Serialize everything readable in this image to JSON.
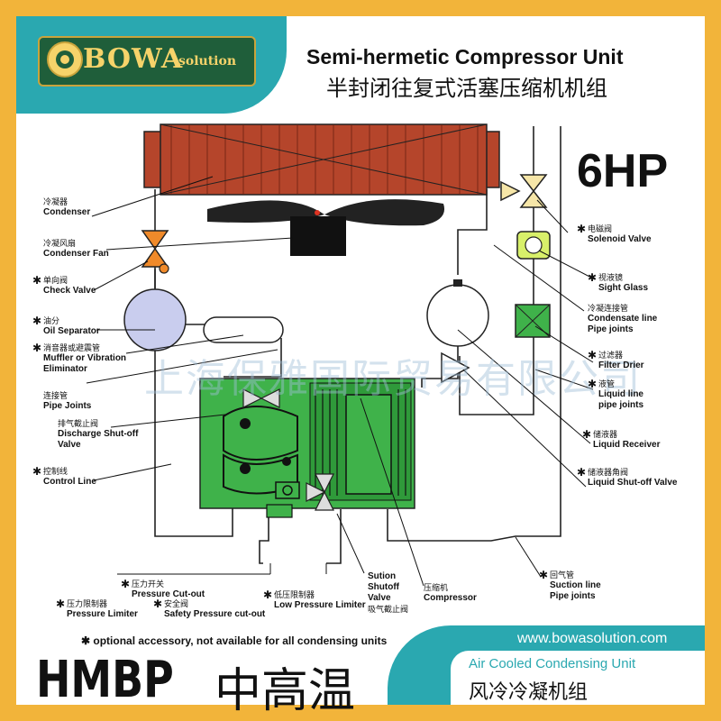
{
  "logo": {
    "brand": "BOWA",
    "suffix": "solution"
  },
  "title": {
    "en": "Semi-hermetic Compressor Unit",
    "cn": "半封闭往复式活塞压缩机机组"
  },
  "capacity": "6HP",
  "watermark": "上海保雅国际贸易有限公司",
  "labels": {
    "condenser": {
      "cn": "冷凝器",
      "en": "Condenser"
    },
    "condenser_fan": {
      "cn": "冷凝风扇",
      "en": "Condenser Fan"
    },
    "check_valve": {
      "cn": "单向阀",
      "en": "Check Valve"
    },
    "oil_separator": {
      "cn": "油分",
      "en": "Oil Separator"
    },
    "muffler": {
      "cn": "消音器或避震管",
      "en1": "Muffler or Vibration",
      "en2": "Eliminator"
    },
    "pipe_joints": {
      "cn": "连接管",
      "en": "Pipe Joints"
    },
    "discharge_valve": {
      "cn": "排气截止阀",
      "en1": "Discharge Shut-off",
      "en2": "Valve"
    },
    "control_line": {
      "cn": "控制线",
      "en": "Control Line"
    },
    "pressure_cutout": {
      "cn": "压力开关",
      "en": "Pressure Cut-out"
    },
    "pressure_limiter": {
      "cn": "压力限制器",
      "en": "Pressure Limiter"
    },
    "safety_cutout": {
      "cn": "安全阀",
      "en": "Safety Pressure cut-out"
    },
    "low_pressure_limiter": {
      "cn": "低压限制器",
      "en": "Low Pressure Limiter"
    },
    "suction_valve": {
      "en1": "Sution",
      "en2": "Shutoff",
      "en3": "Valve",
      "cn": "吸气截止阀"
    },
    "compressor": {
      "cn": "压缩机",
      "en": "Compressor"
    },
    "suction_line": {
      "cn": "回气管",
      "en1": "Suction line",
      "en2": "Pipe joints"
    },
    "solenoid_valve": {
      "cn": "电磁阀",
      "en": "Solenoid Valve"
    },
    "sight_glass": {
      "cn": "视液镜",
      "en": "Sight Glass"
    },
    "condensate_line": {
      "cn": "冷凝连接管",
      "en1": "Condensate line",
      "en2": "Pipe joints"
    },
    "filter_drier": {
      "cn": "过滤器",
      "en": "Filter Drier"
    },
    "liquid_line": {
      "cn": "液管",
      "en1": "Liquid line",
      "en2": "pipe joints"
    },
    "liquid_receiver": {
      "cn": "储液器",
      "en": "Liquid Receiver"
    },
    "liquid_shutoff": {
      "cn": "储液器角阀",
      "en": "Liquid Shut-off Valve"
    }
  },
  "optional_note": "optional accessory, not available for all condensing units",
  "website": "www.bowasolution.com",
  "unit_type": {
    "en": "Air Cooled Condensing Unit",
    "cn": "风冷冷凝机组"
  },
  "model": {
    "code": "HMBP",
    "cn": "中高温"
  },
  "colors": {
    "frame": "#f2b43a",
    "teal": "#2aa8b0",
    "condenser": "#b5452b",
    "compressor": "#3fb24a",
    "separator": "#c9cdee",
    "valve": "#f08a2a"
  }
}
